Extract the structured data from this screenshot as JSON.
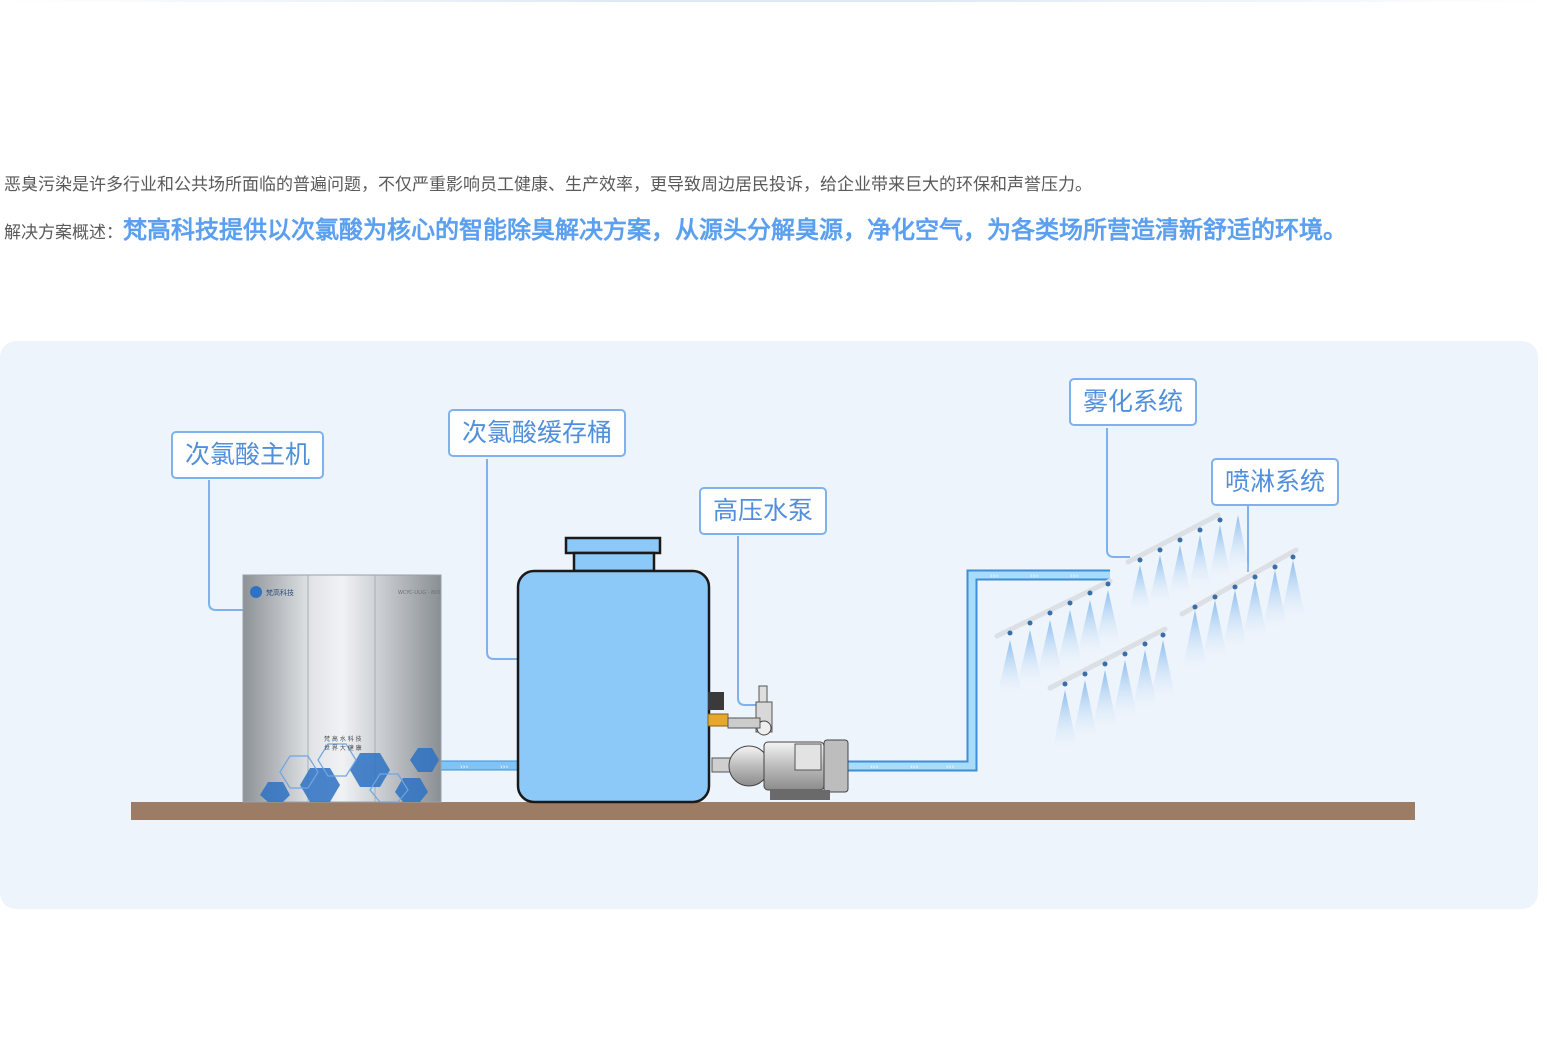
{
  "intro_text": "恶臭污染是许多行业和公共场所面临的普遍问题，不仅严重影响员工健康、生产效率，更导致周边居民投诉，给企业带来巨大的环保和声誉压力。",
  "summary": {
    "label": "解决方案概述：",
    "highlight": "梵高科技提供以次氯酸为核心的智能除臭解决方案，从源头分解臭源，净化空气，为各类场所营造清新舒适的环境。"
  },
  "diagram": {
    "labels": {
      "host": "次氯酸主机",
      "tank": "次氯酸缓存桶",
      "pump": "高压水泵",
      "atomize": "雾化系统",
      "spray": "喷淋系统"
    },
    "machine_panel_text": "梵 高 水 科 技\n世 界 大 健 康"
  },
  "colors": {
    "accent": "#5b9ff0",
    "label_border": "#7fb2ec",
    "panel_bg": "#eef4fb",
    "tank": "#8cc8f8",
    "ground": "#9c7c64",
    "pipe": "#7fc4f4"
  }
}
